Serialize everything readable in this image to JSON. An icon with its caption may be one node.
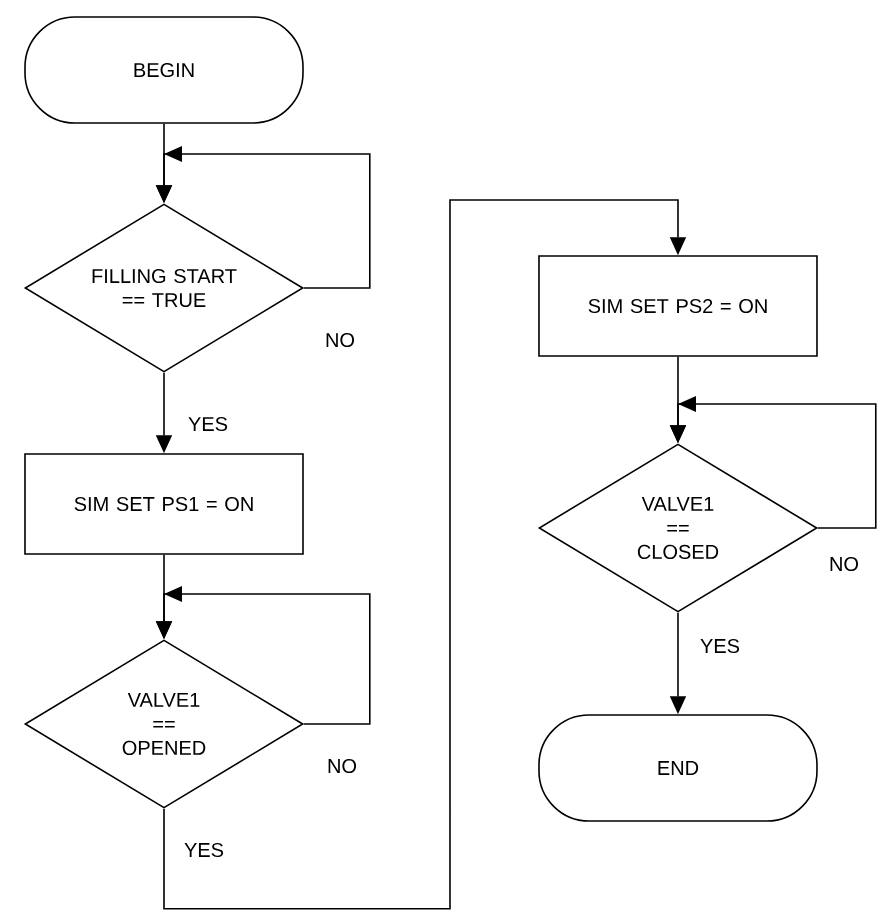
{
  "diagram": {
    "nodes": [
      {
        "text": [
          "BEGIN"
        ]
      },
      {
        "text": [
          "FILLING START == TRUE"
        ]
      },
      {
        "text": [
          "SIM SET PS1 = ON"
        ]
      },
      {
        "text": [
          "VALVE1 == OPENED"
        ]
      },
      {
        "text": [
          "SIM SET PS2 = ON"
        ]
      },
      {
        "text": [
          "VALVE1 == CLOSED"
        ]
      },
      {
        "text": [
          "END"
        ]
      }
    ],
    "edges": [
      {
        "from": 0,
        "to": 1,
        "arrow": "to"
      },
      {
        "from": 1,
        "to": 1,
        "arrow": "to",
        "label": "NO"
      },
      {
        "from": 1,
        "to": 2,
        "arrow": "to",
        "label": "YES"
      },
      {
        "from": 2,
        "to": 3,
        "arrow": "to"
      },
      {
        "from": 3,
        "to": 3,
        "arrow": "to",
        "label": "NO"
      },
      {
        "from": 3,
        "to": 4,
        "arrow": "to",
        "label": "YES"
      },
      {
        "from": 4,
        "to": 5,
        "arrow": "to"
      },
      {
        "from": 5,
        "to": 5,
        "arrow": "to",
        "label": "NO"
      },
      {
        "from": 5,
        "to": 6,
        "arrow": "to",
        "label": "YES"
      }
    ]
  }
}
